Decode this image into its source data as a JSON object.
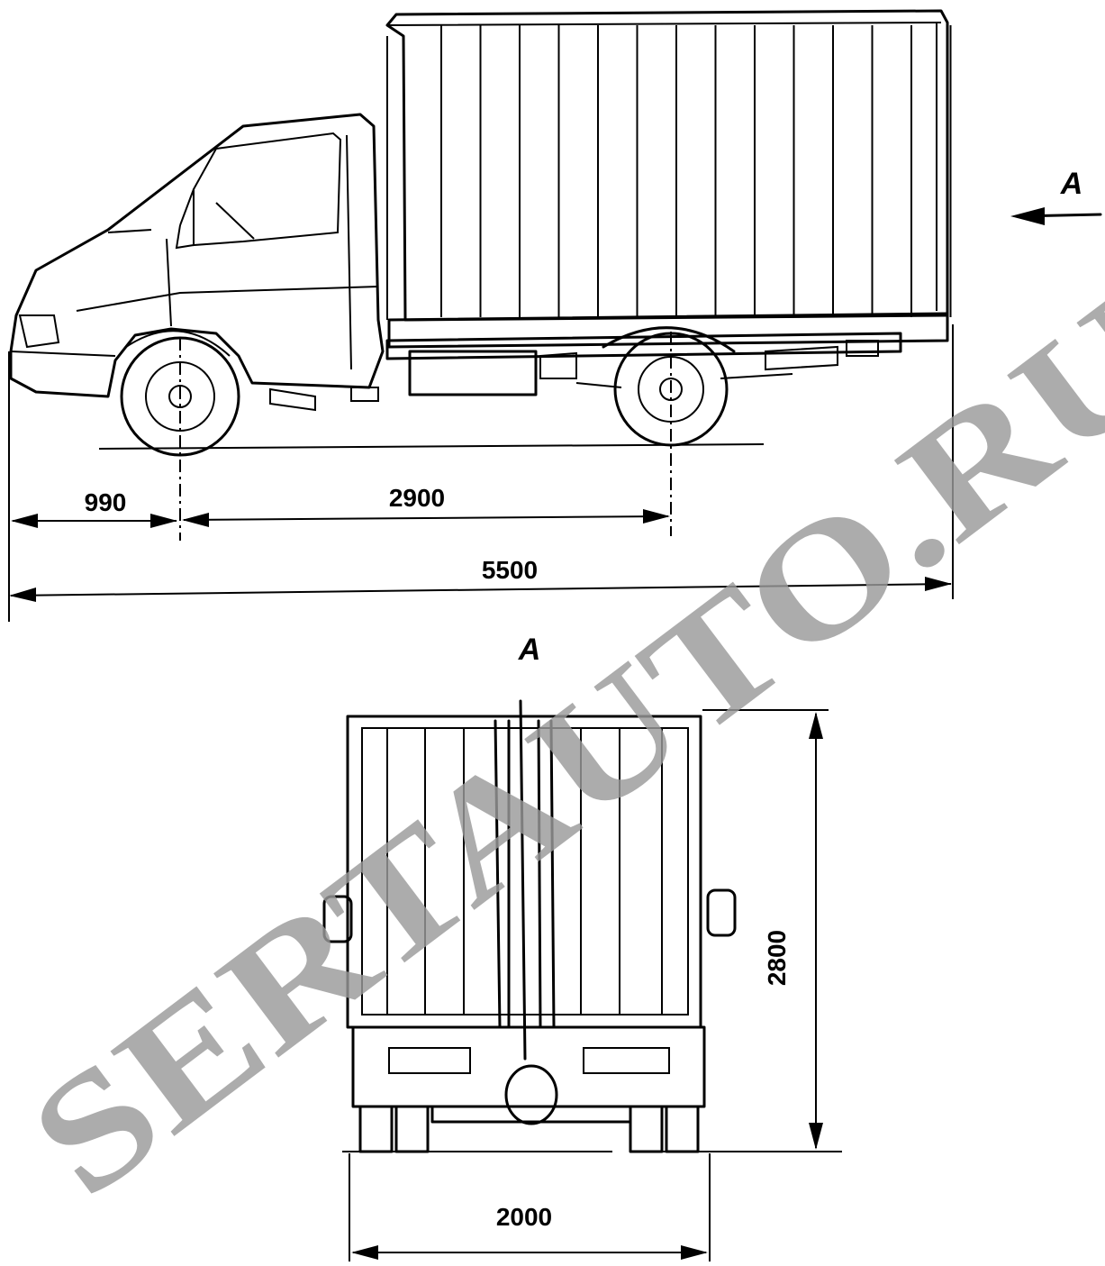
{
  "dimensions": {
    "front_overhang": "990",
    "wheelbase": "2900",
    "overall_length": "5500",
    "overall_height": "2800",
    "overall_width": "2000"
  },
  "view_labels": {
    "arrow_label": "A",
    "rear_view_label": "A"
  },
  "watermark": "SERTAUTO.RU",
  "colors": {
    "line": "#000000",
    "background": "#ffffff",
    "watermark": "#9a9a9a"
  }
}
